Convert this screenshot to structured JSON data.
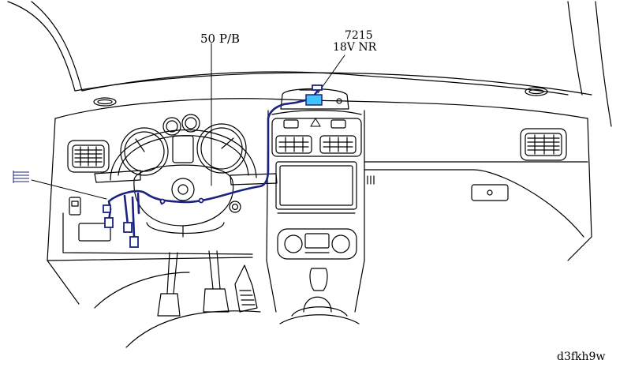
{
  "labels": {
    "connector": "50 P/B",
    "component_number": "7215",
    "component_name": "18V NR",
    "reference_code": "d3fkh9w"
  },
  "colors": {
    "harness": "#1a237e",
    "highlight_component": "#40c4ff",
    "line": "#000000",
    "background": "#ffffff"
  },
  "icons": {
    "warning": "hazard-triangle-icon",
    "connector_symbol": "connector-flag-icon"
  }
}
